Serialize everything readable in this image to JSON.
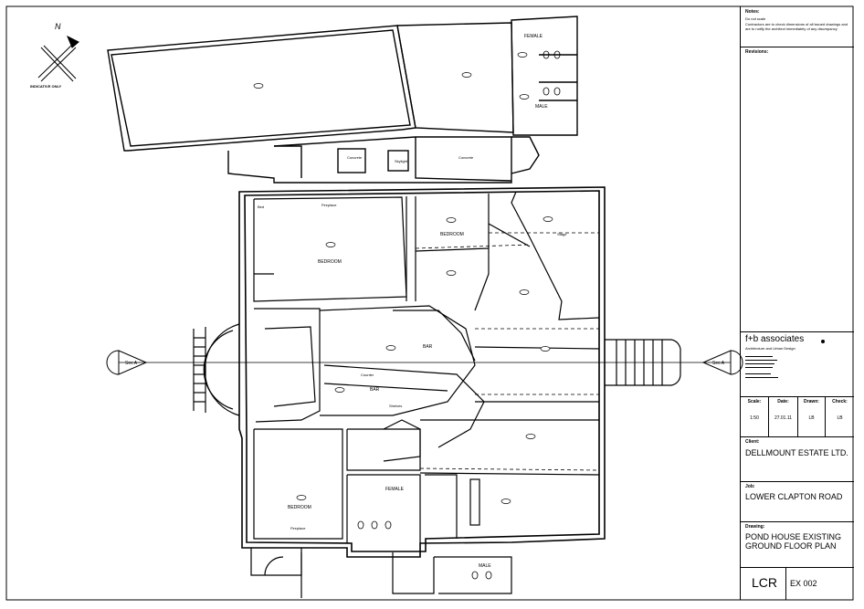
{
  "title_block": {
    "notes_label": "Notes:",
    "note_1": "Do not scale",
    "note_2": "Contractors are to check dimensions of all issued drawings and are to notify the architect immediately of any discrepancy",
    "revisions_label": "Revisions:",
    "firm_name": "f+b associates",
    "firm_tagline": "Architecture and Urban Design",
    "scale_label": "Scale:",
    "scale_value": "1:50",
    "date_label": "Date:",
    "date_value": "27.01.11",
    "drawn_label": "Drawn:",
    "drawn_value": "LB",
    "check_label": "Check:",
    "check_value": "LB",
    "client_label": "Client:",
    "client_value": "DELLMOUNT ESTATE LTD.",
    "job_label": "Job:",
    "job_value": "LOWER CLAPTON ROAD",
    "drawing_label": "Drawing:",
    "drawing_line1": "POND HOUSE EXISTING",
    "drawing_line2": "GROUND FLOOR PLAN",
    "code": "LCR",
    "number": "EX 002"
  },
  "plan": {
    "north": "N",
    "indicative": "INDICATIVE ONLY",
    "section_left": "Sec A",
    "section_right": "Sec A",
    "rooms": {
      "bedroom_1": "BEDROOM",
      "bedroom_2": "BEDROOM",
      "bedroom_3": "BEDROOM",
      "bar_1": "BAR",
      "bar_2": "BAR",
      "female_1": "FEMALE",
      "female_2": "FEMALE",
      "male_1": "MALE",
      "male_2": "MALE",
      "concrete_1": "Concrete",
      "concrete_2": "Concrete",
      "skylight": "Skylight",
      "stage": "Stage",
      "counter": "Counter",
      "shelves": "Shelves",
      "fireplace_1": "Fireplace",
      "fireplace_2": "Fireplace",
      "bed": "Bed"
    }
  }
}
